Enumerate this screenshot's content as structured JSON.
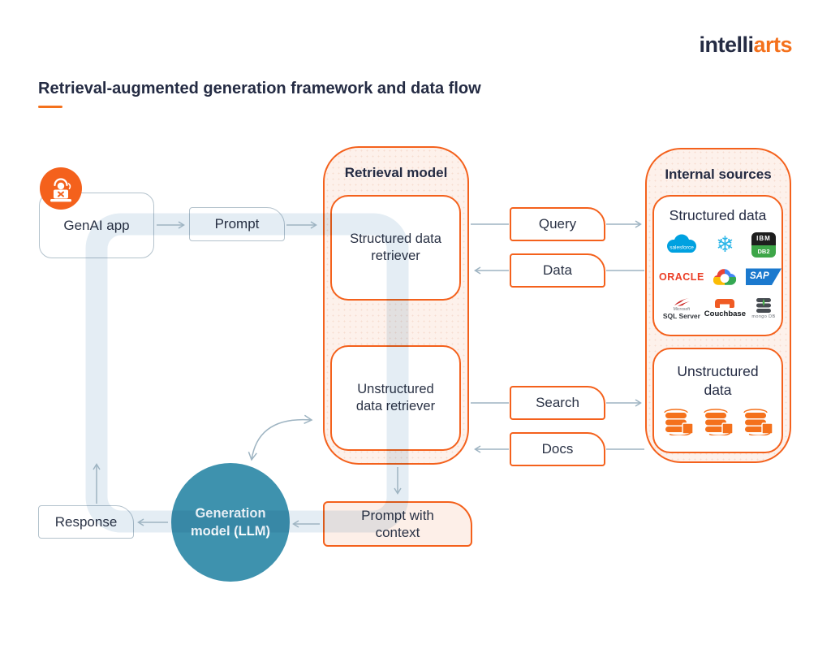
{
  "header": {
    "logo_part1": "intelli",
    "logo_part2": "arts"
  },
  "title": "Retrieval-augmented generation framework and data flow",
  "flow": {
    "genai_app": "GenAI app",
    "prompt": "Prompt",
    "response": "Response",
    "prompt_with_context": "Prompt with context",
    "generation_model": "Generation model (LLM)"
  },
  "retrieval": {
    "title": "Retrieval model",
    "structured": "Structured data retriever",
    "unstructured": "Unstructured data retriever"
  },
  "connectors": {
    "query": "Query",
    "data": "Data",
    "search": "Search",
    "docs": "Docs"
  },
  "sources": {
    "title": "Internal sources",
    "structured_title": "Structured data",
    "unstructured_title": "Unstructured data",
    "logos": {
      "salesforce": "salesforce",
      "snowflake_glyph": "❄",
      "ibm": "IBM",
      "db2": "DB2",
      "oracle": "ORACLE",
      "sap": "SAP",
      "microsoft": "Microsoft",
      "sql_server": "SQL Server",
      "couchbase": "Couchbase",
      "mongo": "mongo DB"
    },
    "logo_names": [
      "Salesforce",
      "Snowflake",
      "IBM DB2",
      "Oracle",
      "Google Cloud",
      "SAP",
      "Microsoft SQL Server",
      "Couchbase",
      "MongoDB"
    ]
  },
  "colors": {
    "accent_orange": "#F4611C",
    "panel_fill": "#FDF1EB",
    "navy_text": "#242B43",
    "teal_circle": "#3E92AE",
    "flow_band": "#E4EDF4",
    "arrow_gray": "#9EB4C2",
    "gray_border": "#B3C2CC"
  }
}
